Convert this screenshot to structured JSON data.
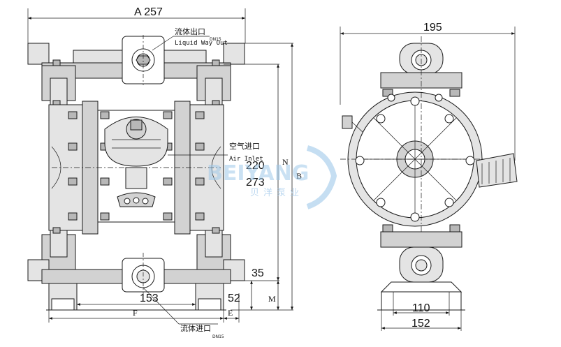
{
  "drawing": {
    "dims": {
      "a": "A 257",
      "n": "N",
      "b": "B",
      "m": "M",
      "f": "F",
      "e": "E",
      "d220": "220",
      "d273": "273",
      "d35": "35",
      "d52": "52",
      "d153": "153",
      "d195": "195",
      "d110": "110",
      "d152": "152"
    },
    "labels": {
      "outlet_cn": "流体出口",
      "outlet_en": "Liquid Way Out",
      "outlet_dn": "DN15",
      "air_cn": "空气进口",
      "air_en": "Air Inlet",
      "inlet_cn": "流体进口",
      "inlet_dn": "DN15"
    },
    "watermark": {
      "brand": "BEIYANG",
      "brand_cn": "贝洋泵业"
    }
  }
}
